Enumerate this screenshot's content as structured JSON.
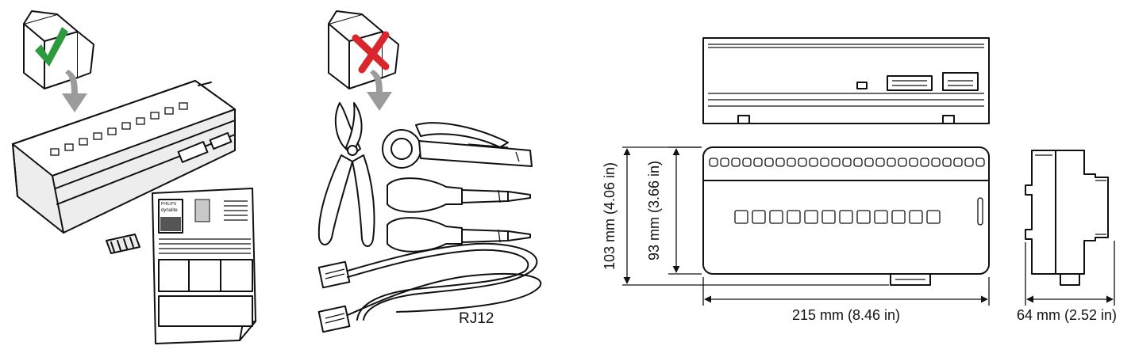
{
  "illustrations": {
    "box_included": {
      "mark": "check-mark",
      "mark_color": "#2e9a3e"
    },
    "box_not_included": {
      "mark": "cross-mark",
      "mark_color": "#d9262c"
    },
    "down_arrow_color": "#9b9b9b",
    "manual_brand": "PHILIPS",
    "manual_product": "dynalite"
  },
  "tools": {
    "cable_label": "RJ12"
  },
  "dimensions": {
    "total_height": "103 mm (4.06 in)",
    "body_height": "93 mm (3.66 in)",
    "width": "215 mm (8.46 in)",
    "depth": "64 mm (2.52 in)"
  }
}
